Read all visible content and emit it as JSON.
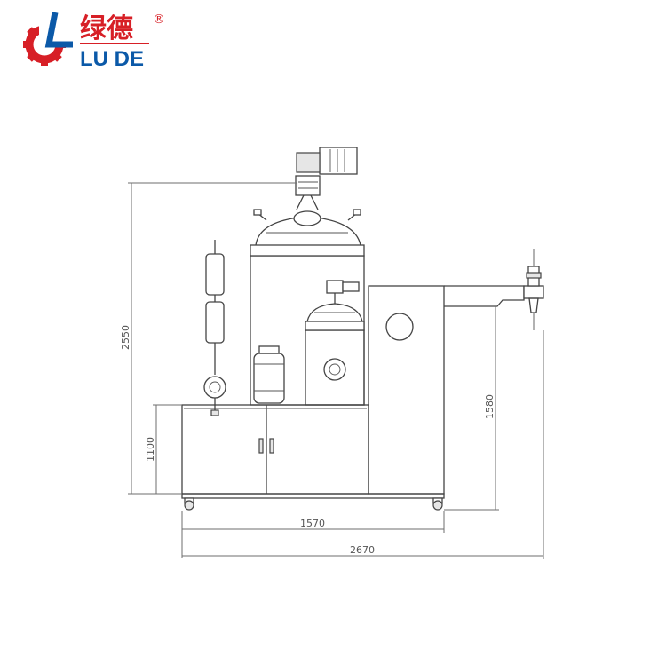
{
  "logo": {
    "brand_cn": "绿德",
    "brand_en": "LU DE",
    "registered_mark": "®",
    "colors": {
      "red": "#d71f26",
      "blue": "#0b59a8"
    }
  },
  "dimensions": {
    "total_height": "2550",
    "base_height": "1100",
    "nozzle_height": "1580",
    "base_width": "1570",
    "total_width": "2670"
  }
}
